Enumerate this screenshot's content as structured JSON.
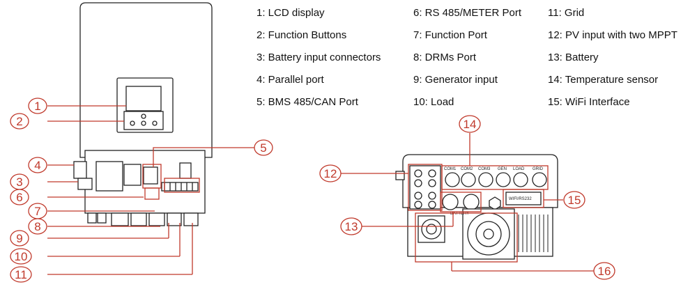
{
  "legend": {
    "items": [
      "1: LCD display",
      "2: Function Buttons",
      "3: Battery input connectors",
      "4: Parallel port",
      "5: BMS 485/CAN Port",
      "6: RS 485/METER Port",
      "7: Function Port",
      "8: DRMs Port",
      "9: Generator input",
      "10: Load",
      "11: Grid",
      "12: PV input with two MPPT",
      "13: Battery",
      "14: Temperature sensor",
      "15: WiFi Interface"
    ]
  },
  "callouts": [
    "1",
    "2",
    "3",
    "4",
    "5",
    "6",
    "7",
    "8",
    "9",
    "10",
    "11",
    "12",
    "13",
    "14",
    "15",
    "16"
  ],
  "bottom_view_labels": {
    "com1": "COM1",
    "com2": "COM2",
    "com3": "COM3",
    "gen": "GEN",
    "load": "LOAD",
    "grid": "GRID",
    "battery": "BATTERY",
    "wifi": "WIFI/RS232"
  },
  "colors": {
    "callout": "#c0392b",
    "outline": "#222222",
    "fill": "#ffffff"
  }
}
